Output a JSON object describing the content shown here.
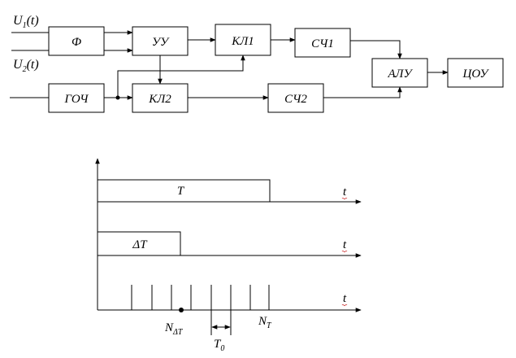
{
  "blocks": {
    "f": "Ф",
    "uu": "УУ",
    "kl1": "КЛ1",
    "sch1": "СЧ1",
    "goch": "ГОЧ",
    "kl2": "КЛ2",
    "sch2": "СЧ2",
    "alu": "АЛУ",
    "tsou": "ЦОУ"
  },
  "signals": {
    "u1_main": "U",
    "u1_sub": "1",
    "u1_arg": "(t)",
    "u2_main": "U",
    "u2_sub": "2",
    "u2_arg": "(t)"
  },
  "timing": {
    "row1_pulse_label": "T",
    "row2_pulse_label": "ΔT",
    "t_label": "t",
    "n_main": "N",
    "n_delta_sub": "ΔT",
    "n_t_sub": "T",
    "t0_main": "T",
    "t0_sub": "0"
  }
}
